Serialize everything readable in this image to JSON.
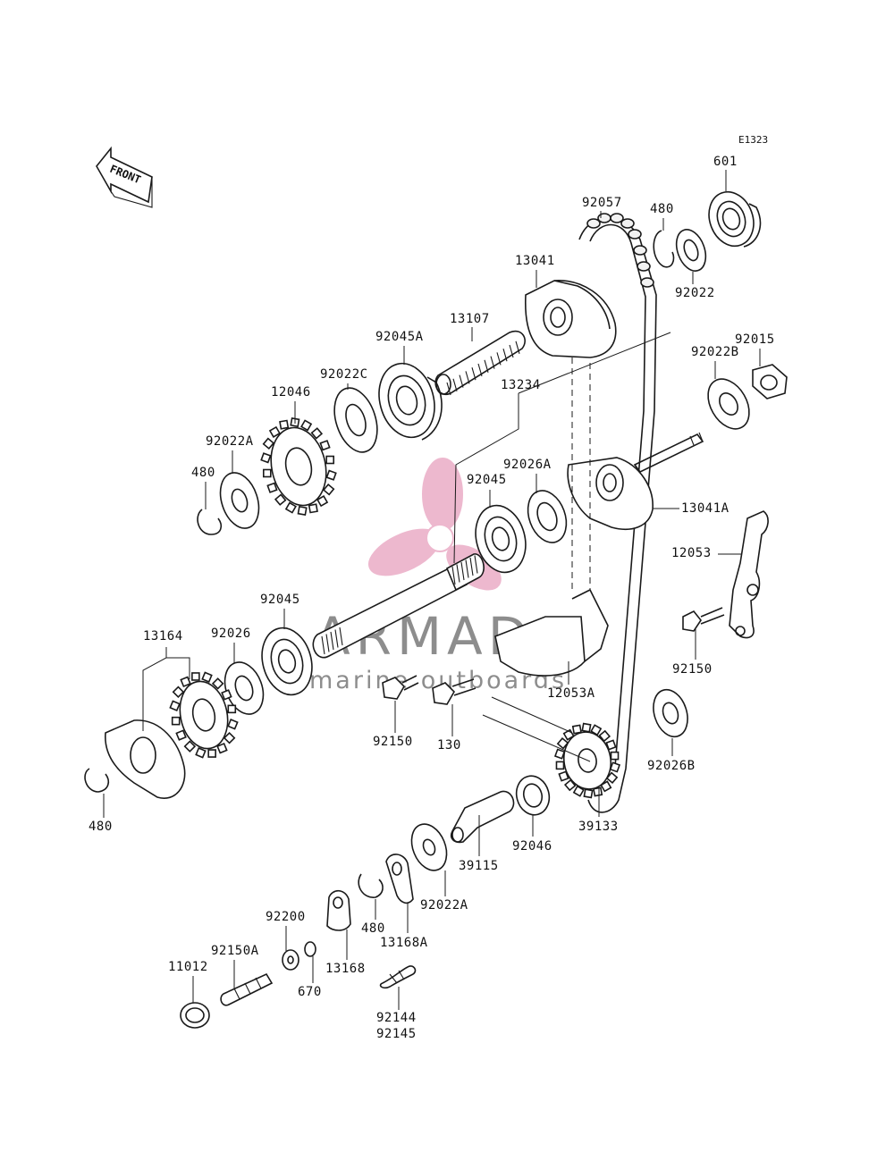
{
  "diagram_code": "E1323",
  "direction_label": "FRONT",
  "watermark": {
    "brand": "ARMADA",
    "tagline": "marine outboards",
    "logo_color": "#e9a7c3"
  },
  "callouts": [
    "601",
    "480",
    "92057",
    "92022",
    "13041",
    "92015",
    "92022B",
    "13107",
    "92045A",
    "92022C",
    "13234",
    "12046",
    "92022A",
    "480",
    "92026A",
    "92045",
    "13041A",
    "12053",
    "92045",
    "92026",
    "13164",
    "92150",
    "12053A",
    "92150",
    "130",
    "92026B",
    "480",
    "39133",
    "92046",
    "39115",
    "92022A",
    "92200",
    "480",
    "13168A",
    "92150A",
    "11012",
    "670",
    "13168",
    "92144",
    "92145"
  ]
}
